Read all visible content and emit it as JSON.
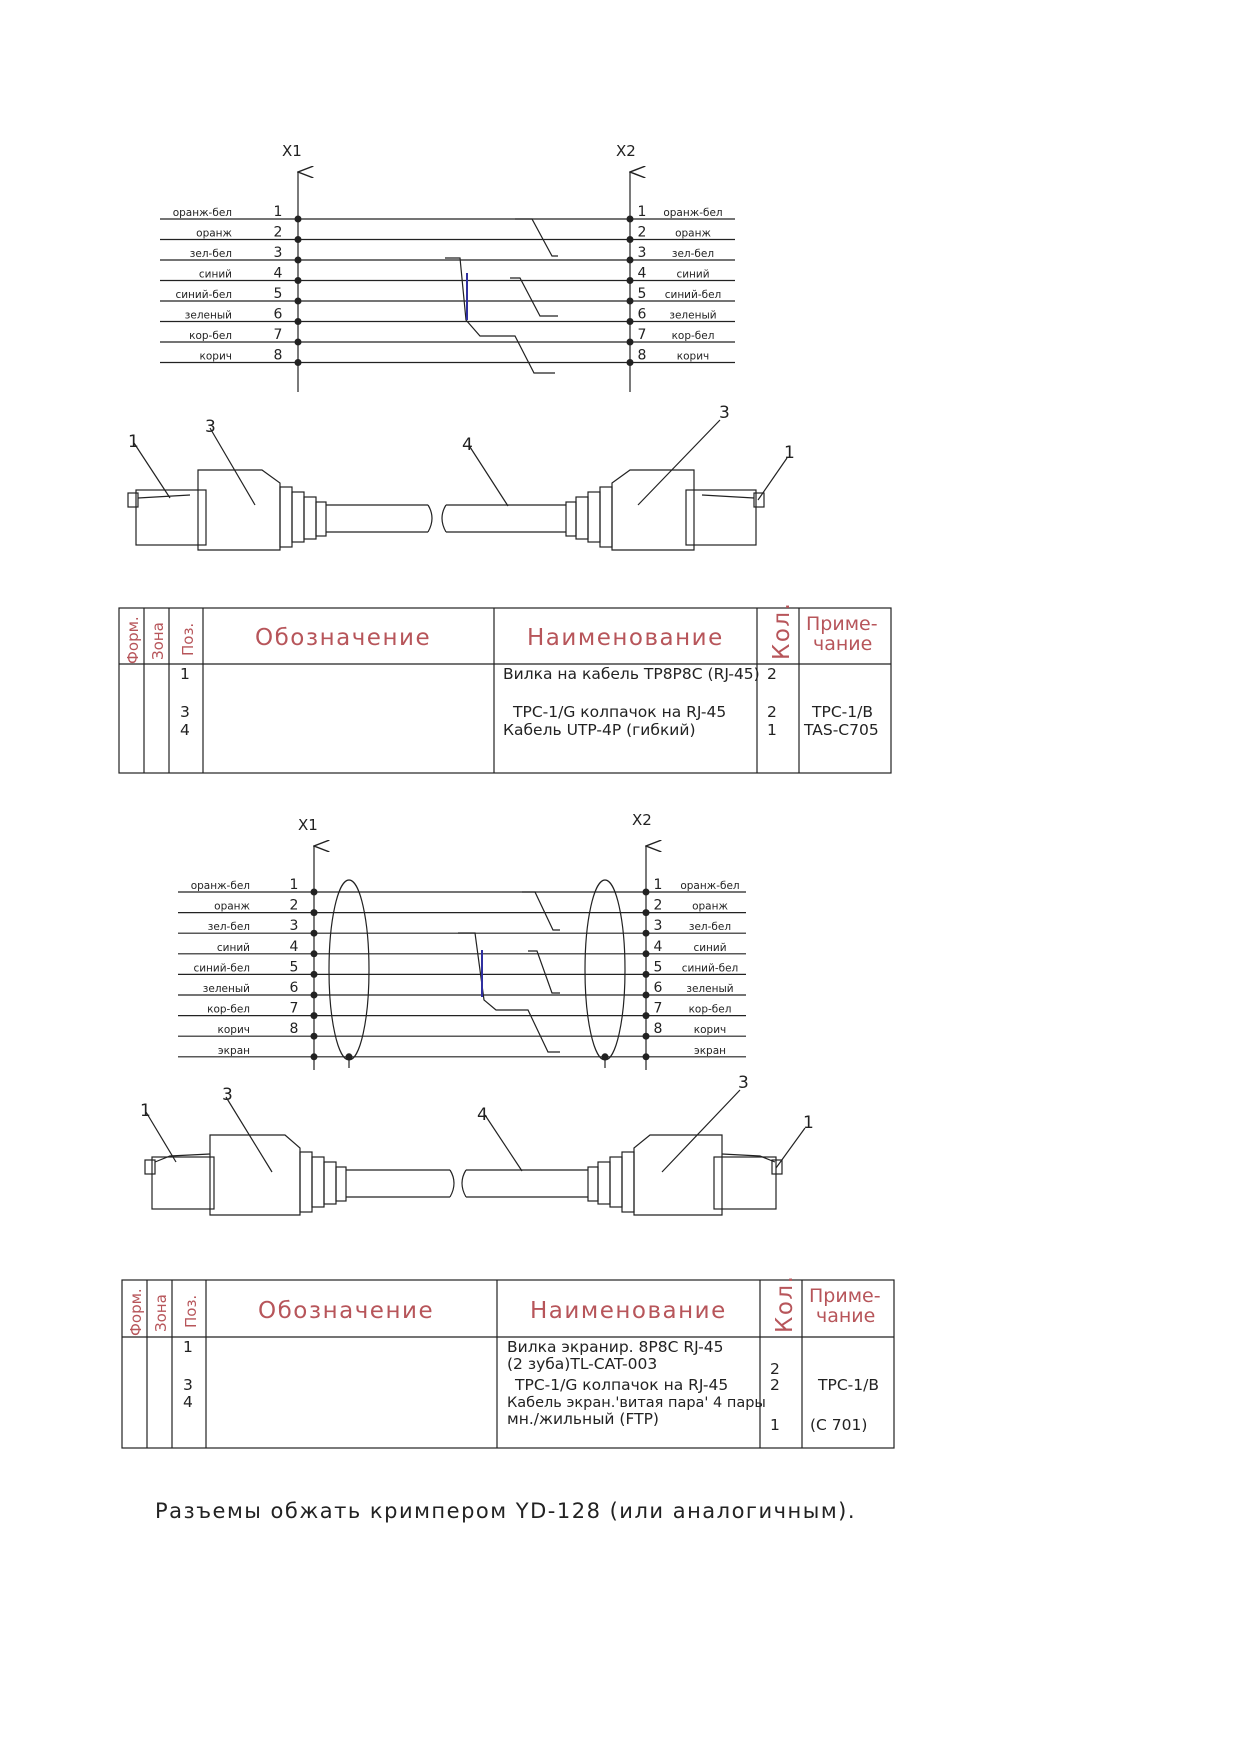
{
  "diagram1": {
    "connector_left": "X1",
    "connector_right": "X2",
    "wires": [
      {
        "name": "оранж-бел",
        "left_pin": "1",
        "right_pin": "1"
      },
      {
        "name": "оранж",
        "left_pin": "2",
        "right_pin": "2"
      },
      {
        "name": "зел-бел",
        "left_pin": "3",
        "right_pin": "3"
      },
      {
        "name": "синий",
        "left_pin": "4",
        "right_pin": "4"
      },
      {
        "name": "синий-бел",
        "left_pin": "5",
        "right_pin": "5"
      },
      {
        "name": "зеленый",
        "left_pin": "6",
        "right_pin": "6"
      },
      {
        "name": "кор-бел",
        "left_pin": "7",
        "right_pin": "7"
      },
      {
        "name": "корич",
        "left_pin": "8",
        "right_pin": "8"
      }
    ]
  },
  "cable1_callouts": [
    "1",
    "3",
    "4",
    "3",
    "1"
  ],
  "table1": {
    "headers": {
      "form": "Форм.",
      "zone": "Зона",
      "pos": "Поз.",
      "designation": "Обозначение",
      "name": "Наименование",
      "qty": "Кол.",
      "note": "Приме-чание",
      "note_line1": "Приме-",
      "note_line2": "чание"
    },
    "rows": [
      {
        "pos": "1",
        "name": "Вилка на кабель TP8P8C (RJ-45)",
        "qty": "2",
        "note": ""
      },
      {
        "pos": "3",
        "name": "TPC-1/G колпачок на RJ-45",
        "qty": "2",
        "note": "TPC-1/B"
      },
      {
        "pos": "4",
        "name": "Кабель UTP-4P (гибкий)",
        "qty": "1",
        "note": "TAS-C705"
      }
    ]
  },
  "diagram2": {
    "connector_left": "X1",
    "connector_right": "X2",
    "wires": [
      {
        "name": "оранж-бел",
        "left_pin": "1",
        "right_pin": "1"
      },
      {
        "name": "оранж",
        "left_pin": "2",
        "right_pin": "2"
      },
      {
        "name": "зел-бел",
        "left_pin": "3",
        "right_pin": "3"
      },
      {
        "name": "синий",
        "left_pin": "4",
        "right_pin": "4"
      },
      {
        "name": "синий-бел",
        "left_pin": "5",
        "right_pin": "5"
      },
      {
        "name": "зеленый",
        "left_pin": "6",
        "right_pin": "6"
      },
      {
        "name": "кор-бел",
        "left_pin": "7",
        "right_pin": "7"
      },
      {
        "name": "корич",
        "left_pin": "8",
        "right_pin": "8"
      },
      {
        "name": "экран",
        "left_pin": "",
        "right_pin": ""
      }
    ]
  },
  "cable2_callouts": [
    "1",
    "3",
    "4",
    "3",
    "1"
  ],
  "table2": {
    "headers": {
      "form": "Форм.",
      "zone": "Зона",
      "pos": "Поз.",
      "designation": "Обозначение",
      "name": "Наименование",
      "qty": "Кол.",
      "note": "Приме-чание",
      "note_line1": "Приме-",
      "note_line2": "чание"
    },
    "rows": [
      {
        "pos": "1",
        "name_lines": [
          "Вилка экранир. 8P8C RJ-45",
          "(2 зуба)TL-CAT-003"
        ],
        "qty": "2",
        "note": ""
      },
      {
        "pos": "3",
        "name_lines": [
          "TPC-1/G колпачок на RJ-45"
        ],
        "qty": "2",
        "note": "TPC-1/B"
      },
      {
        "pos": "4",
        "name_lines": [
          "Кабель экран.'витая пара' 4 пары",
          "мн./жильный (FTP)"
        ],
        "qty": "1",
        "note": "(C 701)"
      }
    ]
  },
  "footer_note": "Разъемы обжать кримпером YD-128 (или аналогичным).",
  "colors": {
    "header_text": "#b7555a",
    "crossover_accent": "#3030a0",
    "line": "#222222"
  }
}
